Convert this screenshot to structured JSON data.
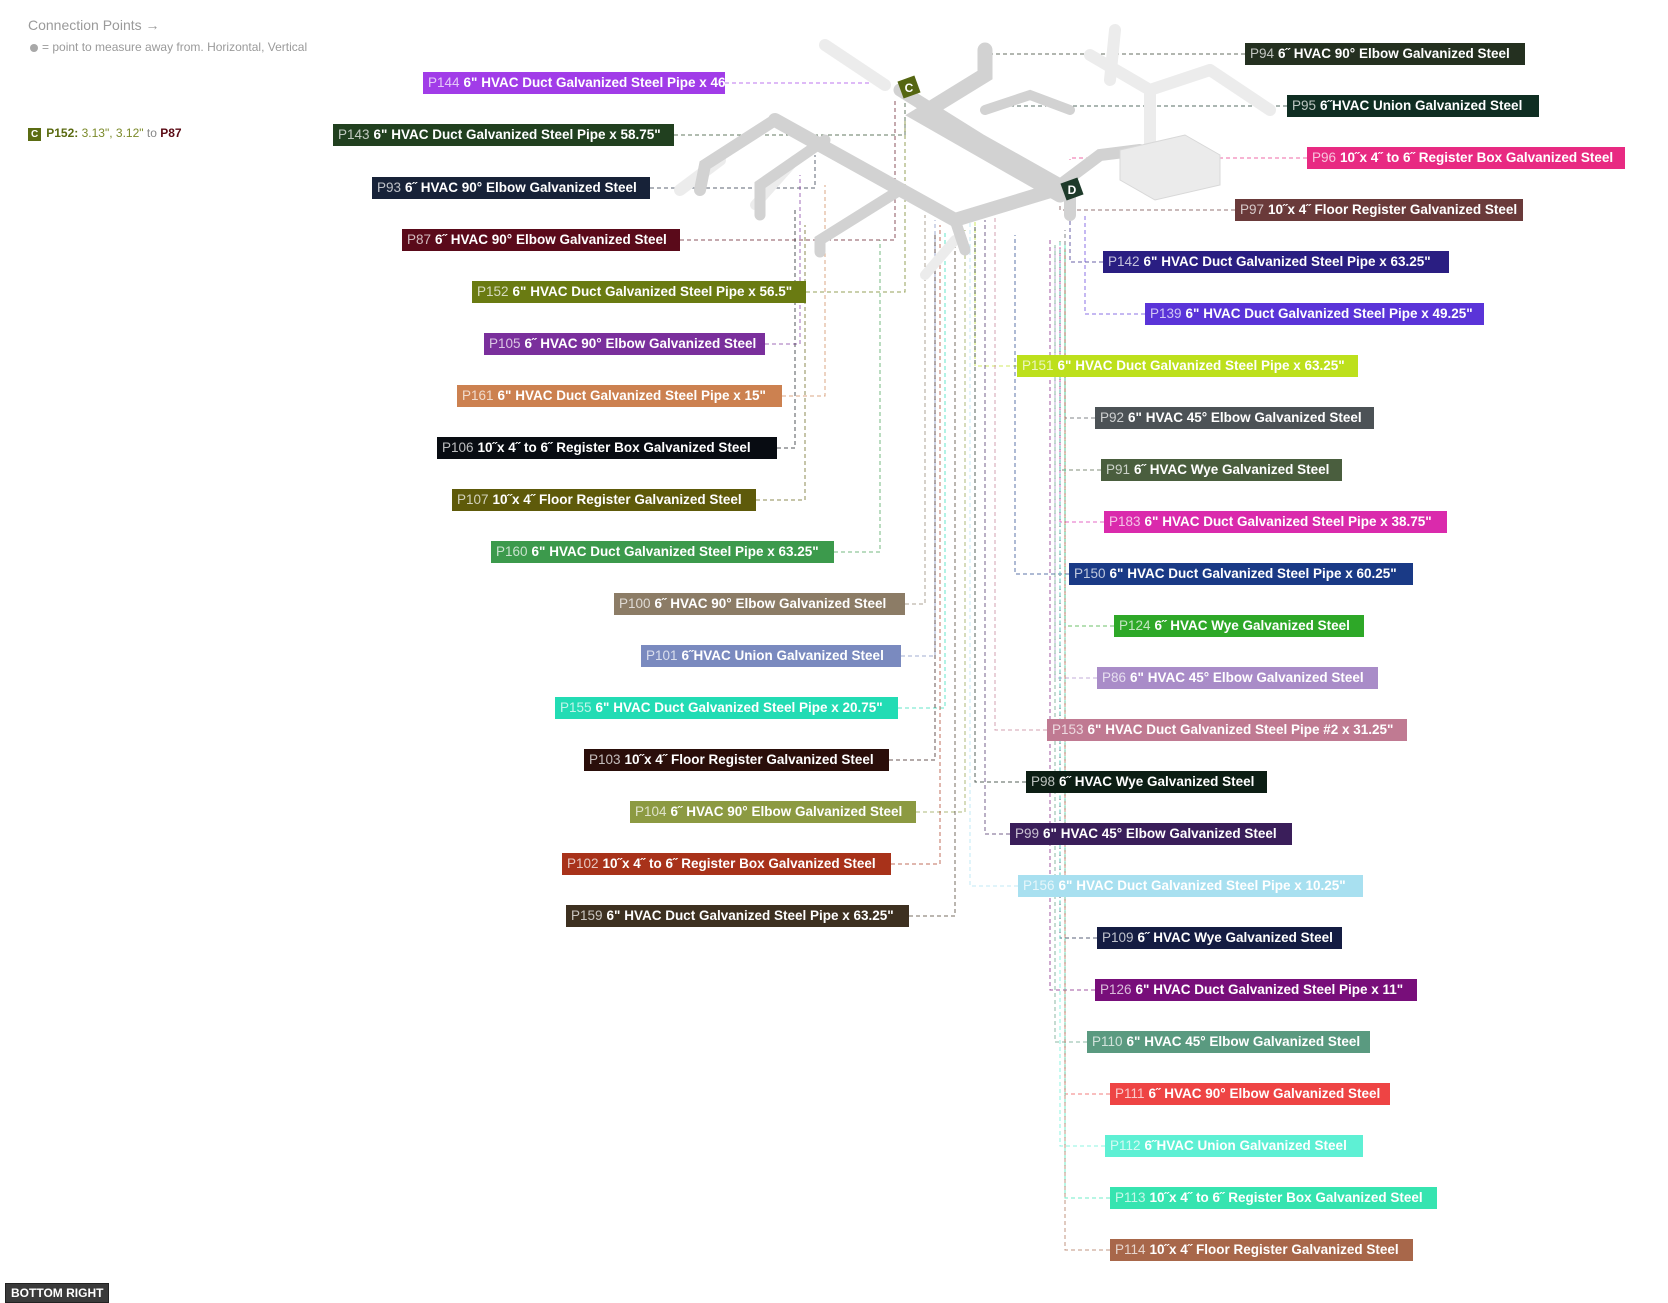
{
  "header": {
    "title": "Connection Points →",
    "subtitle": "= point to measure away from. Horizontal, Vertical"
  },
  "connection": {
    "marker": "C",
    "part": "P152:",
    "measure": "3.13\", 3.12\"",
    "to": "to",
    "target": "P87"
  },
  "view_button": "BOTTOM RIGHT",
  "markers": {
    "c": "C",
    "d": "D"
  },
  "labels": [
    {
      "id": "P144",
      "desc": "6\" HVAC Duct Galvanized Steel Pipe x 46\"",
      "color": "#a13ce8"
    },
    {
      "id": "P143",
      "desc": "6\" HVAC Duct Galvanized Steel Pipe x 58.75\"",
      "color": "#21401f"
    },
    {
      "id": "P93",
      "desc": "6˝ HVAC 90° Elbow Galvanized Steel",
      "color": "#172238"
    },
    {
      "id": "P87",
      "desc": "6˝ HVAC 90° Elbow Galvanized Steel",
      "color": "#5a0a1a"
    },
    {
      "id": "P152",
      "desc": "6\" HVAC Duct Galvanized Steel Pipe x 56.5\"",
      "color": "#6a7b12"
    },
    {
      "id": "P105",
      "desc": "6˝ HVAC 90° Elbow Galvanized Steel",
      "color": "#7a2f9c"
    },
    {
      "id": "P161",
      "desc": "6\" HVAC Duct Galvanized Steel Pipe x 15\"",
      "color": "#cc8150"
    },
    {
      "id": "P106",
      "desc": "10˝x 4˝ to 6˝ Register Box Galvanized Steel",
      "color": "#080c12"
    },
    {
      "id": "P107",
      "desc": "10˝x 4˝ Floor Register Galvanized Steel",
      "color": "#5e5a0a"
    },
    {
      "id": "P160",
      "desc": "6\" HVAC Duct Galvanized Steel Pipe x 63.25\"",
      "color": "#3c9a4c"
    },
    {
      "id": "P100",
      "desc": "6˝ HVAC 90° Elbow Galvanized Steel",
      "color": "#8c7c66"
    },
    {
      "id": "P101",
      "desc": "6˝HVAC Union Galvanized Steel",
      "color": "#7a8abf"
    },
    {
      "id": "P155",
      "desc": "6\" HVAC Duct Galvanized Steel Pipe x 20.75\"",
      "color": "#22dcb4"
    },
    {
      "id": "P103",
      "desc": "10˝x 4˝ Floor Register Galvanized Steel",
      "color": "#2a0e0a"
    },
    {
      "id": "P104",
      "desc": "6˝ HVAC 90° Elbow Galvanized Steel",
      "color": "#8c9a42"
    },
    {
      "id": "P102",
      "desc": "10˝x 4˝ to 6˝ Register Box Galvanized Steel",
      "color": "#a8321a"
    },
    {
      "id": "P159",
      "desc": "6\" HVAC Duct Galvanized Steel Pipe x 63.25\"",
      "color": "#3d3020"
    },
    {
      "id": "P94",
      "desc": "6˝ HVAC 90° Elbow Galvanized Steel",
      "color": "#243020"
    },
    {
      "id": "P95",
      "desc": "6˝HVAC Union Galvanized Steel",
      "color": "#0f2e22"
    },
    {
      "id": "P96",
      "desc": "10˝x 4˝ to 6˝ Register Box Galvanized Steel",
      "color": "#e82a82"
    },
    {
      "id": "P97",
      "desc": "10˝x 4˝ Floor Register Galvanized Steel",
      "color": "#6a3a3a"
    },
    {
      "id": "P142",
      "desc": "6\" HVAC Duct Galvanized Steel Pipe x 63.25\"",
      "color": "#2a1e82"
    },
    {
      "id": "P139",
      "desc": "6\" HVAC Duct Galvanized Steel Pipe x 49.25\"",
      "color": "#5a34d8"
    },
    {
      "id": "P151",
      "desc": "6\" HVAC Duct Galvanized Steel Pipe x 63.25\"",
      "color": "#bde01c"
    },
    {
      "id": "P92",
      "desc": "6\" HVAC 45° Elbow Galvanized Steel",
      "color": "#4c5256"
    },
    {
      "id": "P91",
      "desc": "6˝ HVAC Wye Galvanized Steel",
      "color": "#4a5e3e"
    },
    {
      "id": "P183",
      "desc": "6\" HVAC Duct Galvanized Steel Pipe x 38.75\"",
      "color": "#da2aac"
    },
    {
      "id": "P150",
      "desc": "6\" HVAC Duct Galvanized Steel Pipe x 60.25\"",
      "color": "#1a3a86"
    },
    {
      "id": "P124",
      "desc": "6˝ HVAC Wye Galvanized Steel",
      "color": "#2ea828"
    },
    {
      "id": "P86",
      "desc": "6\" HVAC 45° Elbow Galvanized Steel",
      "color": "#a98cc8"
    },
    {
      "id": "P153",
      "desc": "6\" HVAC Duct Galvanized Steel Pipe #2 x 31.25\"",
      "color": "#c07a92"
    },
    {
      "id": "P98",
      "desc": "6˝ HVAC Wye Galvanized Steel",
      "color": "#0c1e14"
    },
    {
      "id": "P99",
      "desc": "6\" HVAC 45° Elbow Galvanized Steel",
      "color": "#3a1e5a"
    },
    {
      "id": "P156",
      "desc": "6\" HVAC Duct Galvanized Steel Pipe x 10.25\"",
      "color": "#a8e0f0"
    },
    {
      "id": "P109",
      "desc": "6˝ HVAC Wye Galvanized Steel",
      "color": "#141c42"
    },
    {
      "id": "P126",
      "desc": "6\" HVAC Duct Galvanized Steel Pipe x 11\"",
      "color": "#780e7a"
    },
    {
      "id": "P110",
      "desc": "6\" HVAC 45° Elbow Galvanized Steel",
      "color": "#5a9a80"
    },
    {
      "id": "P111",
      "desc": "6˝ HVAC 90° Elbow Galvanized Steel",
      "color": "#ee4444"
    },
    {
      "id": "P112",
      "desc": "6˝HVAC Union Galvanized Steel",
      "color": "#5ef0d4"
    },
    {
      "id": "P113",
      "desc": "10˝x 4˝ to 6˝ Register Box Galvanized Steel",
      "color": "#36e4b0"
    },
    {
      "id": "P114",
      "desc": "10˝x 4˝ Floor Register Galvanized Steel",
      "color": "#a8674a"
    }
  ]
}
